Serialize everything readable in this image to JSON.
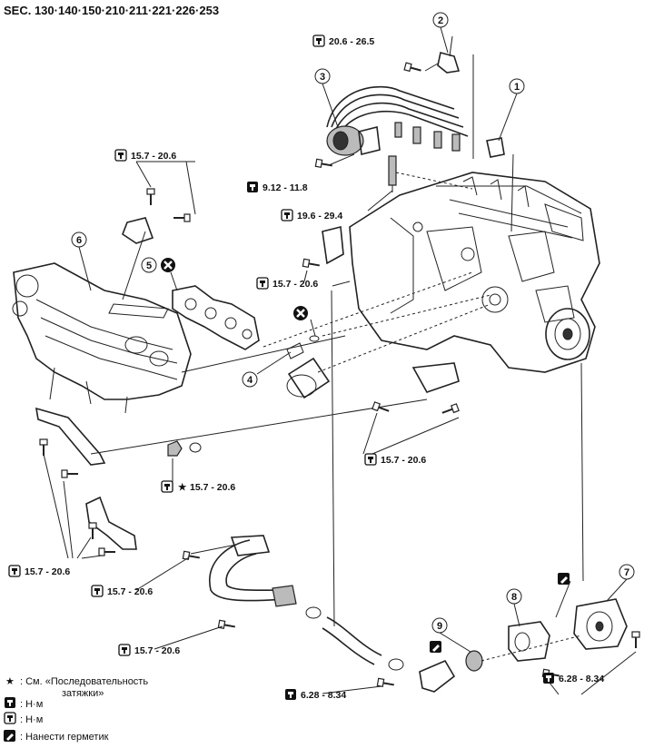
{
  "header": {
    "sec_codes": "SEC. 130·140·150·210·211·221·226·253"
  },
  "callouts": [
    "1",
    "2",
    "3",
    "4",
    "5",
    "6",
    "7",
    "8",
    "9"
  ],
  "torques": {
    "t_sensor2": "20.6 - 26.5",
    "t_bracket_top": "15.7 - 20.6",
    "t_bolt3": "9.12 - 11.8",
    "t_spark": "19.6 - 29.4",
    "t_mid": "15.7 - 20.6",
    "t_nut": "15.7 - 20.6",
    "t_right_bolts": "15.7 - 20.6",
    "t_left_lower": "15.7 - 20.6",
    "t_pipe_upper": "15.7 - 20.6",
    "t_pipe_lower": "15.7 - 20.6",
    "t_housing_left": "6.28 - 8.34",
    "t_housing_right": "6.28 - 8.34"
  },
  "legend": {
    "star_line1": ": См. «Последовательность",
    "star_line2": "затяжки»",
    "nm_a": ": Н·м",
    "nm_b": ": Н·м",
    "sealant": ": Нанести герметик"
  },
  "icons": [
    "torque-wrench-icon",
    "star-icon",
    "no-reuse-icon",
    "sealant-icon"
  ]
}
